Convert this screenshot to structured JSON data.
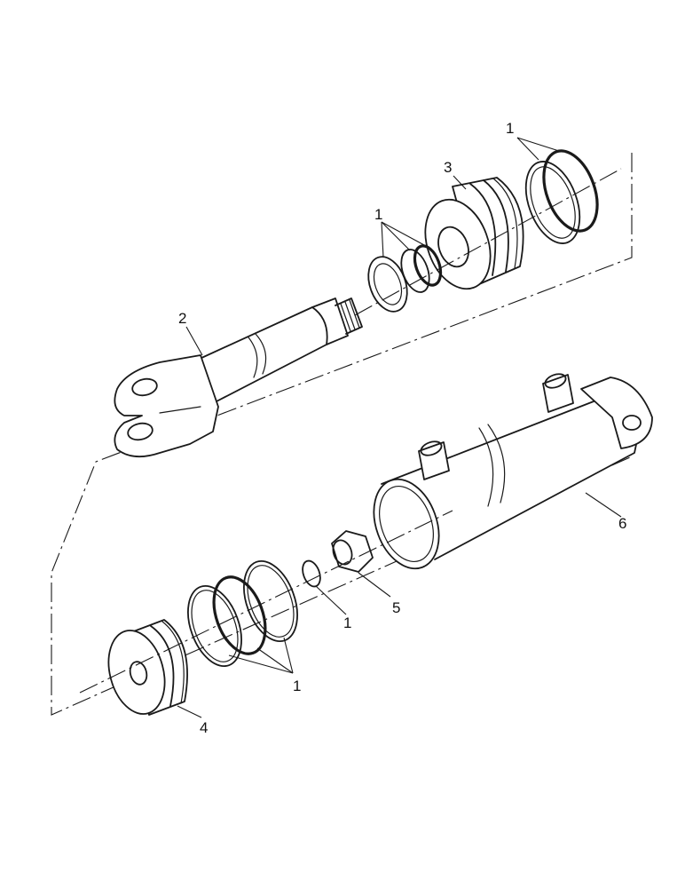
{
  "diagram": {
    "parts": [
      {
        "id": "seal-kit-top-right",
        "label": "1"
      },
      {
        "id": "rod",
        "label": "2"
      },
      {
        "id": "gland",
        "label": "3"
      },
      {
        "id": "seal-kit-rod",
        "label": "1"
      },
      {
        "id": "piston",
        "label": "4"
      },
      {
        "id": "nut",
        "label": "5"
      },
      {
        "id": "barrel",
        "label": "6"
      },
      {
        "id": "oring-small",
        "label": "1"
      },
      {
        "id": "seal-kit-piston",
        "label": "1"
      }
    ]
  }
}
